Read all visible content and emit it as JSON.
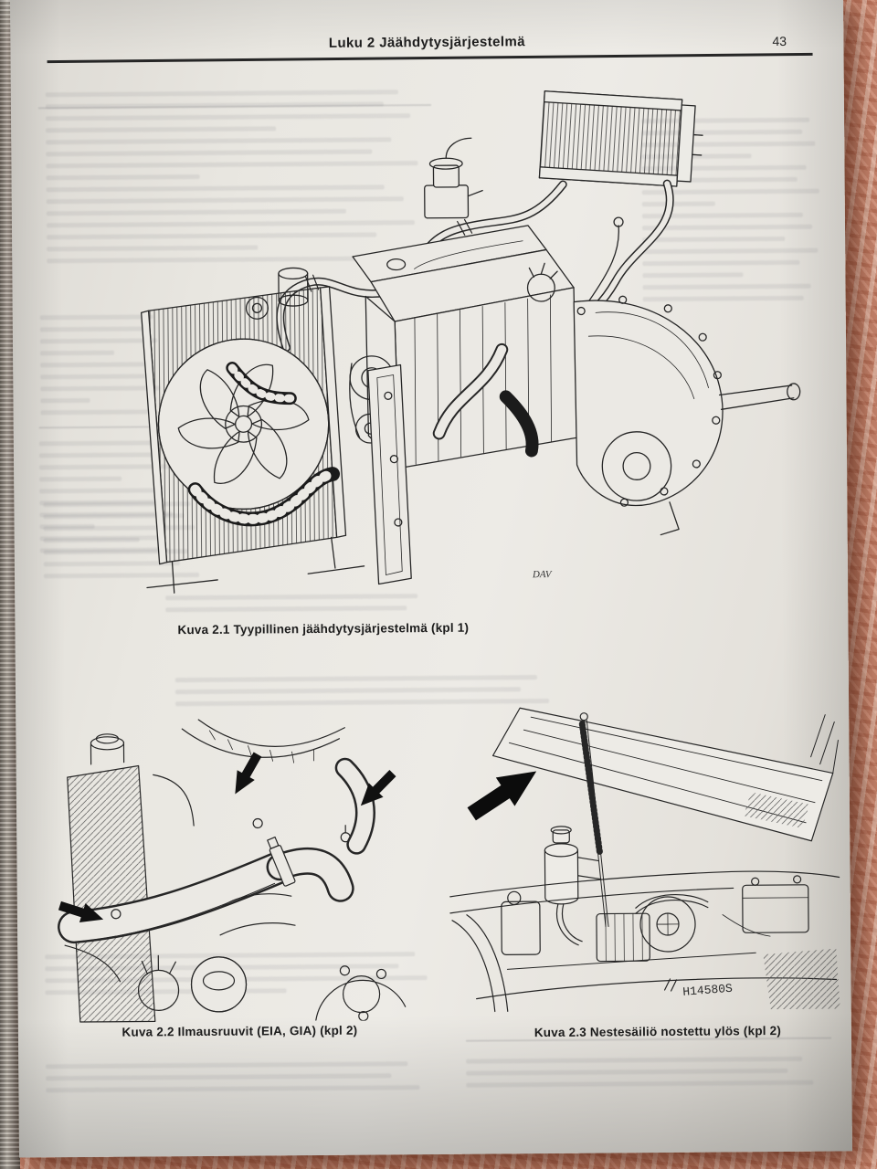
{
  "page": {
    "header": {
      "chapter_title": "Luku 2 Jäähdytysjärjestelmä",
      "page_number": "43"
    },
    "figures": {
      "fig1": {
        "caption": "Kuva 2.1 Tyypillinen jäähdytysjärjestelmä (kpl 1)",
        "drawing_label": "DAV"
      },
      "fig2": {
        "caption": "Kuva 2.2 Ilmausruuvit (EIA, GIA) (kpl 2)"
      },
      "fig3": {
        "caption": "Kuva 2.3 Nestesäiliö nostettu ylös (kpl 2)",
        "drawing_label": "H14580S"
      }
    },
    "colors": {
      "paper": "#e9e7e1",
      "ink": "#262626",
      "carpet": "#d18c73"
    }
  }
}
